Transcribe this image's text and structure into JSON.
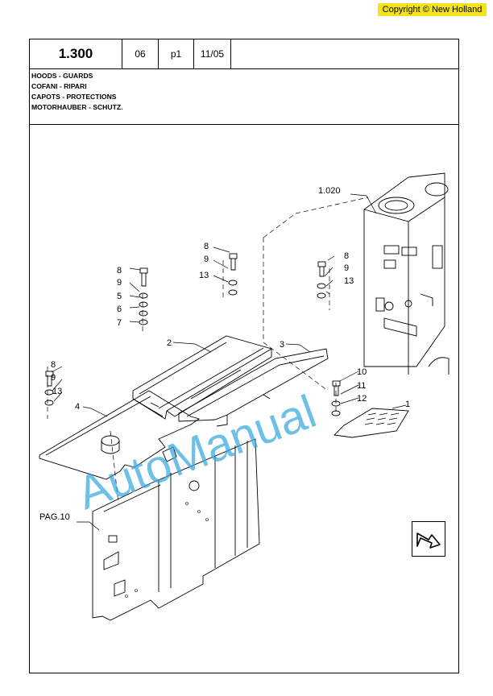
{
  "copyright": "Copyright © New Holland",
  "header": {
    "code": "1.300",
    "col2": "06",
    "col3": "p1",
    "col4": "11/05"
  },
  "titles": [
    "HOODS - GUARDS",
    "COFANI - RIPARI",
    "CAPOTS - PROTECTIONS",
    "MOTORHAUBER - SCHUTZ."
  ],
  "watermark": "AutoManual",
  "callouts": {
    "ref_1020": "1.020",
    "pag10": "PAG.10",
    "p1": "1",
    "p2": "2",
    "p3": "3",
    "p4": "4",
    "a8": "8",
    "a9": "9",
    "a5": "5",
    "a6": "6",
    "a7": "7",
    "b8": "8",
    "b9": "9",
    "b13": "13",
    "c8": "8",
    "c9": "9",
    "c13": "13",
    "d8": "8",
    "d9": "9",
    "d13": "13",
    "e10": "10",
    "e11": "11",
    "e12": "12"
  },
  "nav_icon": "next-page-arrow-icon"
}
